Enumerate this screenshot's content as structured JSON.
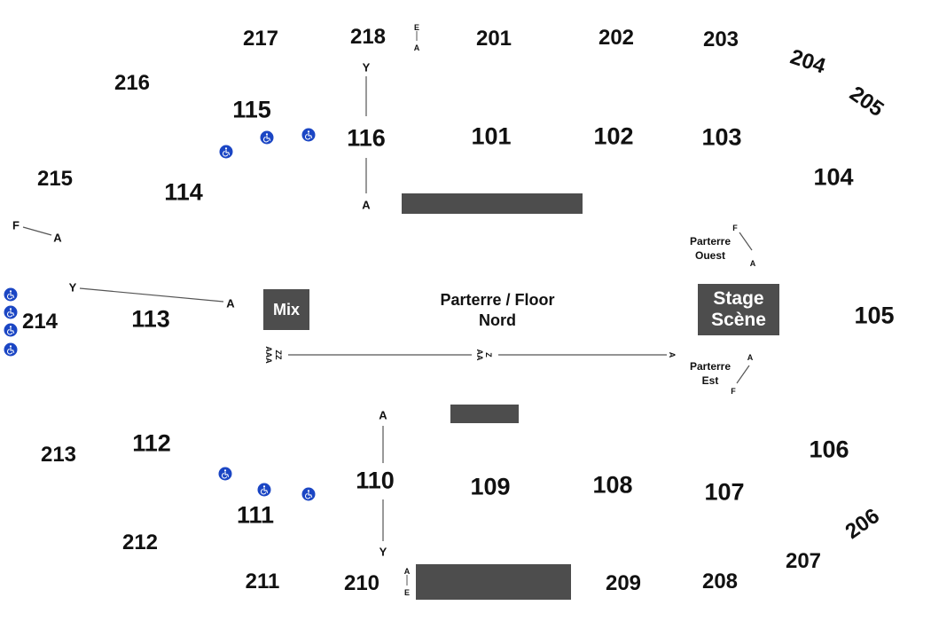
{
  "sections": {
    "s201": "201",
    "s202": "202",
    "s203": "203",
    "s204": "204",
    "s205": "205",
    "s206": "206",
    "s207": "207",
    "s208": "208",
    "s209": "209",
    "s210": "210",
    "s211": "211",
    "s212": "212",
    "s213": "213",
    "s214": "214",
    "s215": "215",
    "s216": "216",
    "s217": "217",
    "s218": "218",
    "s101": "101",
    "s102": "102",
    "s103": "103",
    "s104": "104",
    "s105": "105",
    "s106": "106",
    "s107": "107",
    "s108": "108",
    "s109": "109",
    "s110": "110",
    "s111": "111",
    "s112": "112",
    "s113": "113",
    "s114": "114",
    "s115": "115",
    "s116": "116"
  },
  "floor": {
    "line1": "Parterre / Floor",
    "line2": "Nord"
  },
  "mix": "Mix",
  "stage": {
    "line1": "Stage",
    "line2": "Scène"
  },
  "parterre_ouest": {
    "line1": "Parterre",
    "line2": "Ouest"
  },
  "parterre_est": {
    "line1": "Parterre",
    "line2": "Est"
  },
  "row_markers": {
    "y": "Y",
    "a": "A",
    "f": "F",
    "e": "E",
    "z": "Z",
    "zz": "ZZ",
    "aa": "AA",
    "aaa": "AAA"
  },
  "icons": {
    "accessible": "wheelchair-icon"
  },
  "colors": {
    "block": "#4d4d4d",
    "accessible": "#1b46c4",
    "line": "#555555"
  }
}
